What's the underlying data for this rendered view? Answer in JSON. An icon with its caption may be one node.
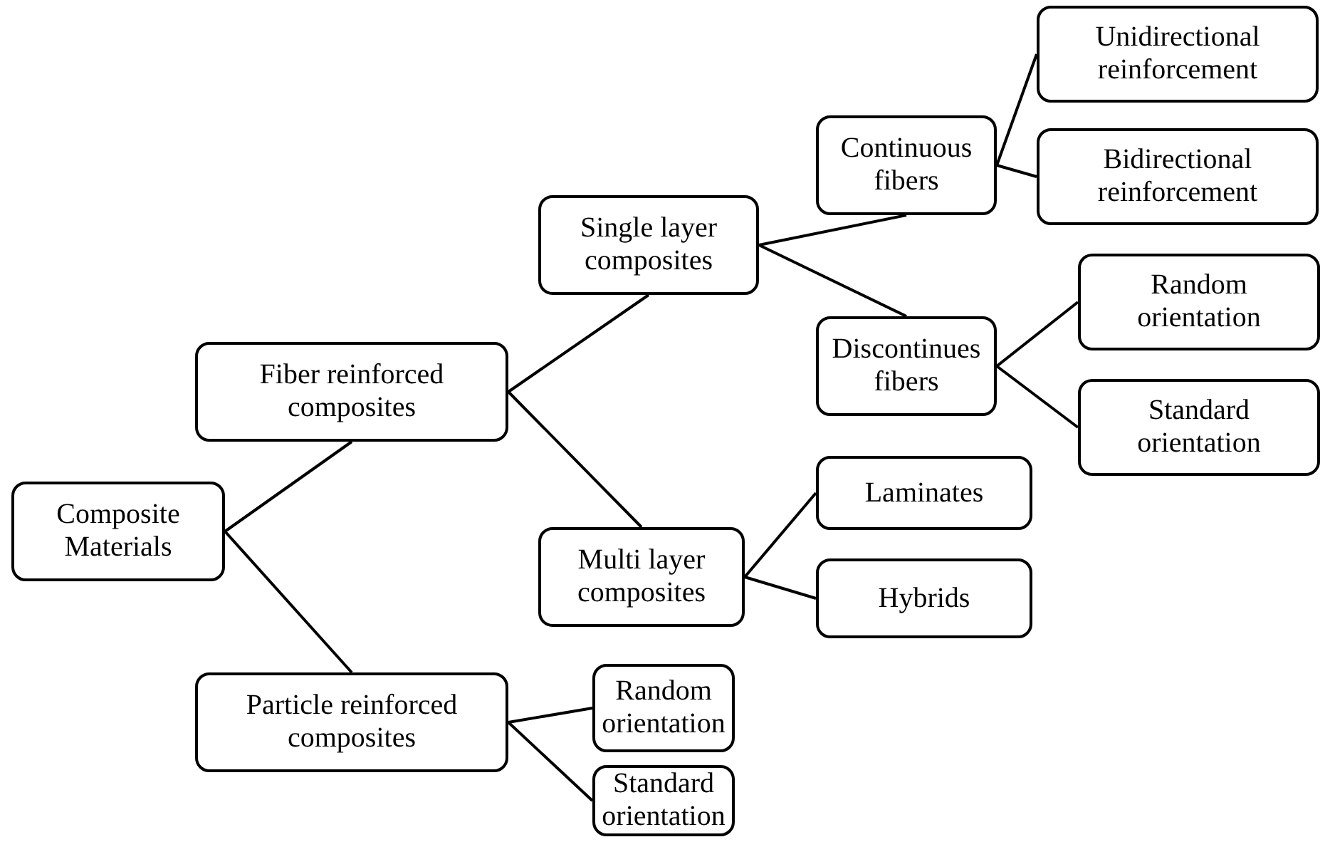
{
  "diagram": {
    "nodes": [
      {
        "text": [
          "Composite Materials"
        ]
      },
      {
        "text": [
          "Fiber reinforced composites"
        ]
      },
      {
        "text": [
          "Particle reinforced composites"
        ]
      },
      {
        "text": [
          "Single layer composites"
        ]
      },
      {
        "text": [
          "Multi layer composites"
        ]
      },
      {
        "text": [
          "Continuous fibers"
        ]
      },
      {
        "text": [
          "Discontinues fibers"
        ]
      },
      {
        "text": [
          "Unidirectional reinforcement"
        ]
      },
      {
        "text": [
          "Bidirectional reinforcement"
        ]
      },
      {
        "text": [
          "Random orientation"
        ]
      },
      {
        "text": [
          "Standard orientation"
        ]
      },
      {
        "text": [
          "Laminates"
        ]
      },
      {
        "text": [
          "Hybrids"
        ]
      },
      {
        "text": [
          "Random orientation"
        ]
      },
      {
        "text": [
          "Standard orientation"
        ]
      }
    ],
    "edges": [
      {
        "from": 0,
        "to": 1,
        "arrow": "none"
      },
      {
        "from": 0,
        "to": 2,
        "arrow": "none"
      },
      {
        "from": 1,
        "to": 3,
        "arrow": "none"
      },
      {
        "from": 1,
        "to": 4,
        "arrow": "none"
      },
      {
        "from": 3,
        "to": 5,
        "arrow": "none"
      },
      {
        "from": 3,
        "to": 6,
        "arrow": "none"
      },
      {
        "from": 5,
        "to": 7,
        "arrow": "none"
      },
      {
        "from": 5,
        "to": 8,
        "arrow": "none"
      },
      {
        "from": 6,
        "to": 9,
        "arrow": "none"
      },
      {
        "from": 6,
        "to": 10,
        "arrow": "none"
      },
      {
        "from": 4,
        "to": 11,
        "arrow": "none"
      },
      {
        "from": 4,
        "to": 12,
        "arrow": "none"
      },
      {
        "from": 2,
        "to": 13,
        "arrow": "none"
      },
      {
        "from": 2,
        "to": 14,
        "arrow": "none"
      }
    ]
  }
}
